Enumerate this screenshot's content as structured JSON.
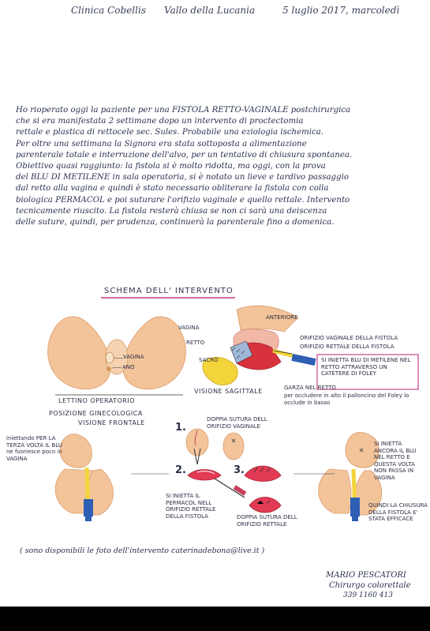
{
  "header": {
    "clinic": "Clinica Cobellis",
    "place": "Vallo della Lucania",
    "date": "5 luglio 2017, marcoledì"
  },
  "letter": {
    "lines": [
      "Ho rioperato oggi la paziente per una FISTOLA RETTO-VAGINALE postchirurgica",
      "che si era manifestata 2 settimane dopo un intervento di proctectomia",
      "rettale e plastica di rettocele sec. Sules. Probabile una eziologia ischemica.",
      "Per oltre una settimana la Signora era stata sottoposta a alimentazione",
      "parenterale totale e interruzione dell'alvo, per un tentativo di chiusura spontanea.",
      "Obiettivo quasi raggiunto: la fistola si è molto ridotta, ma oggi, con la prova",
      "del BLU DI METILENE in sala operatoria, si è notato un lieve e tardivo passaggio",
      "dal retto alla vagina e quindi è stato necessario obliterare la fistola con colla",
      "biologica PERMACOL e poi suturare l'orifizio vaginale e quello rettale. Intervento",
      "tecnicamente riuscito. La fistola resterà chiusa se non ci sarà una deiscenza",
      "delle suture, quindi, per prudenza, continuerà la parenterale fino a domenica."
    ]
  },
  "scheme": {
    "title": "SCHEMA DELL' INTERVENTO",
    "frontal": {
      "vagina": "VAGINA",
      "ano": "ANO",
      "caption1": "LETTINO OPERATORIO",
      "caption2": "POSIZIONE GINECOLOGICA",
      "caption3": "VISIONE FRONTALE"
    },
    "sagittal": {
      "anteriore": "ANTERIORE",
      "vagina": "VAGINA",
      "retto": "RETTO",
      "sacro": "SACRO",
      "orifizio_vaginale": "ORIFIZIO VAGINALE DELLA FISTOLA",
      "orifizio_rettale": "ORIFIZIO RETTALE DELLA FISTOLA",
      "boxed_note": "SI INIETTA BLU DI METILENE NEL RETTO ATTRAVERSO UN CATETERE DI FOLEY",
      "caption": "VISIONE SAGITTALE",
      "garza": "GARZA NEL RETTO",
      "garza_note": "per occludere in alto il palloncino del Foley lo occlude in basso"
    },
    "steps": {
      "left_note": "iniettando PER LA TERZA VOLTA IL BLU ne fuoriesce poco in VAGINA",
      "step1_num": "1.",
      "step1_text": "DOPPIA SUTURA DELL ORIFIZIO VAGINALE",
      "step2_num": "2.",
      "step2_text": "SI INIETTA IL PERMACOL NELL ORIFIZIO RETTALE DELLA FISTOLA",
      "step3_num": "3.",
      "step3_text": "DOPPIA SUTURA DELL ORIFIZIO RETTALE",
      "right_note1": "SI INIETTA ANCORA IL BLU NEL RETTO E QUESTA VOLTA NON PASSA IN VAGINA",
      "right_note2": "QUINDI LA CHIUSURA DELLA FISTOLA E' STATA EFFICACE"
    }
  },
  "footer": {
    "note": "( sono disponibili le foto dell'intervento   caterinadebona@live.it )",
    "signature_name": "MARIO PESCATORI",
    "signature_title": "Chirurgo colorettale",
    "phone": "339 1160 413"
  },
  "colors": {
    "skin": "#f3c49a",
    "skin_shadow": "#e7a878",
    "rectum": "#d8323c",
    "blue": "#2e5fb5",
    "yellow": "#f3d43a",
    "pink_box": "#d46aa1"
  }
}
